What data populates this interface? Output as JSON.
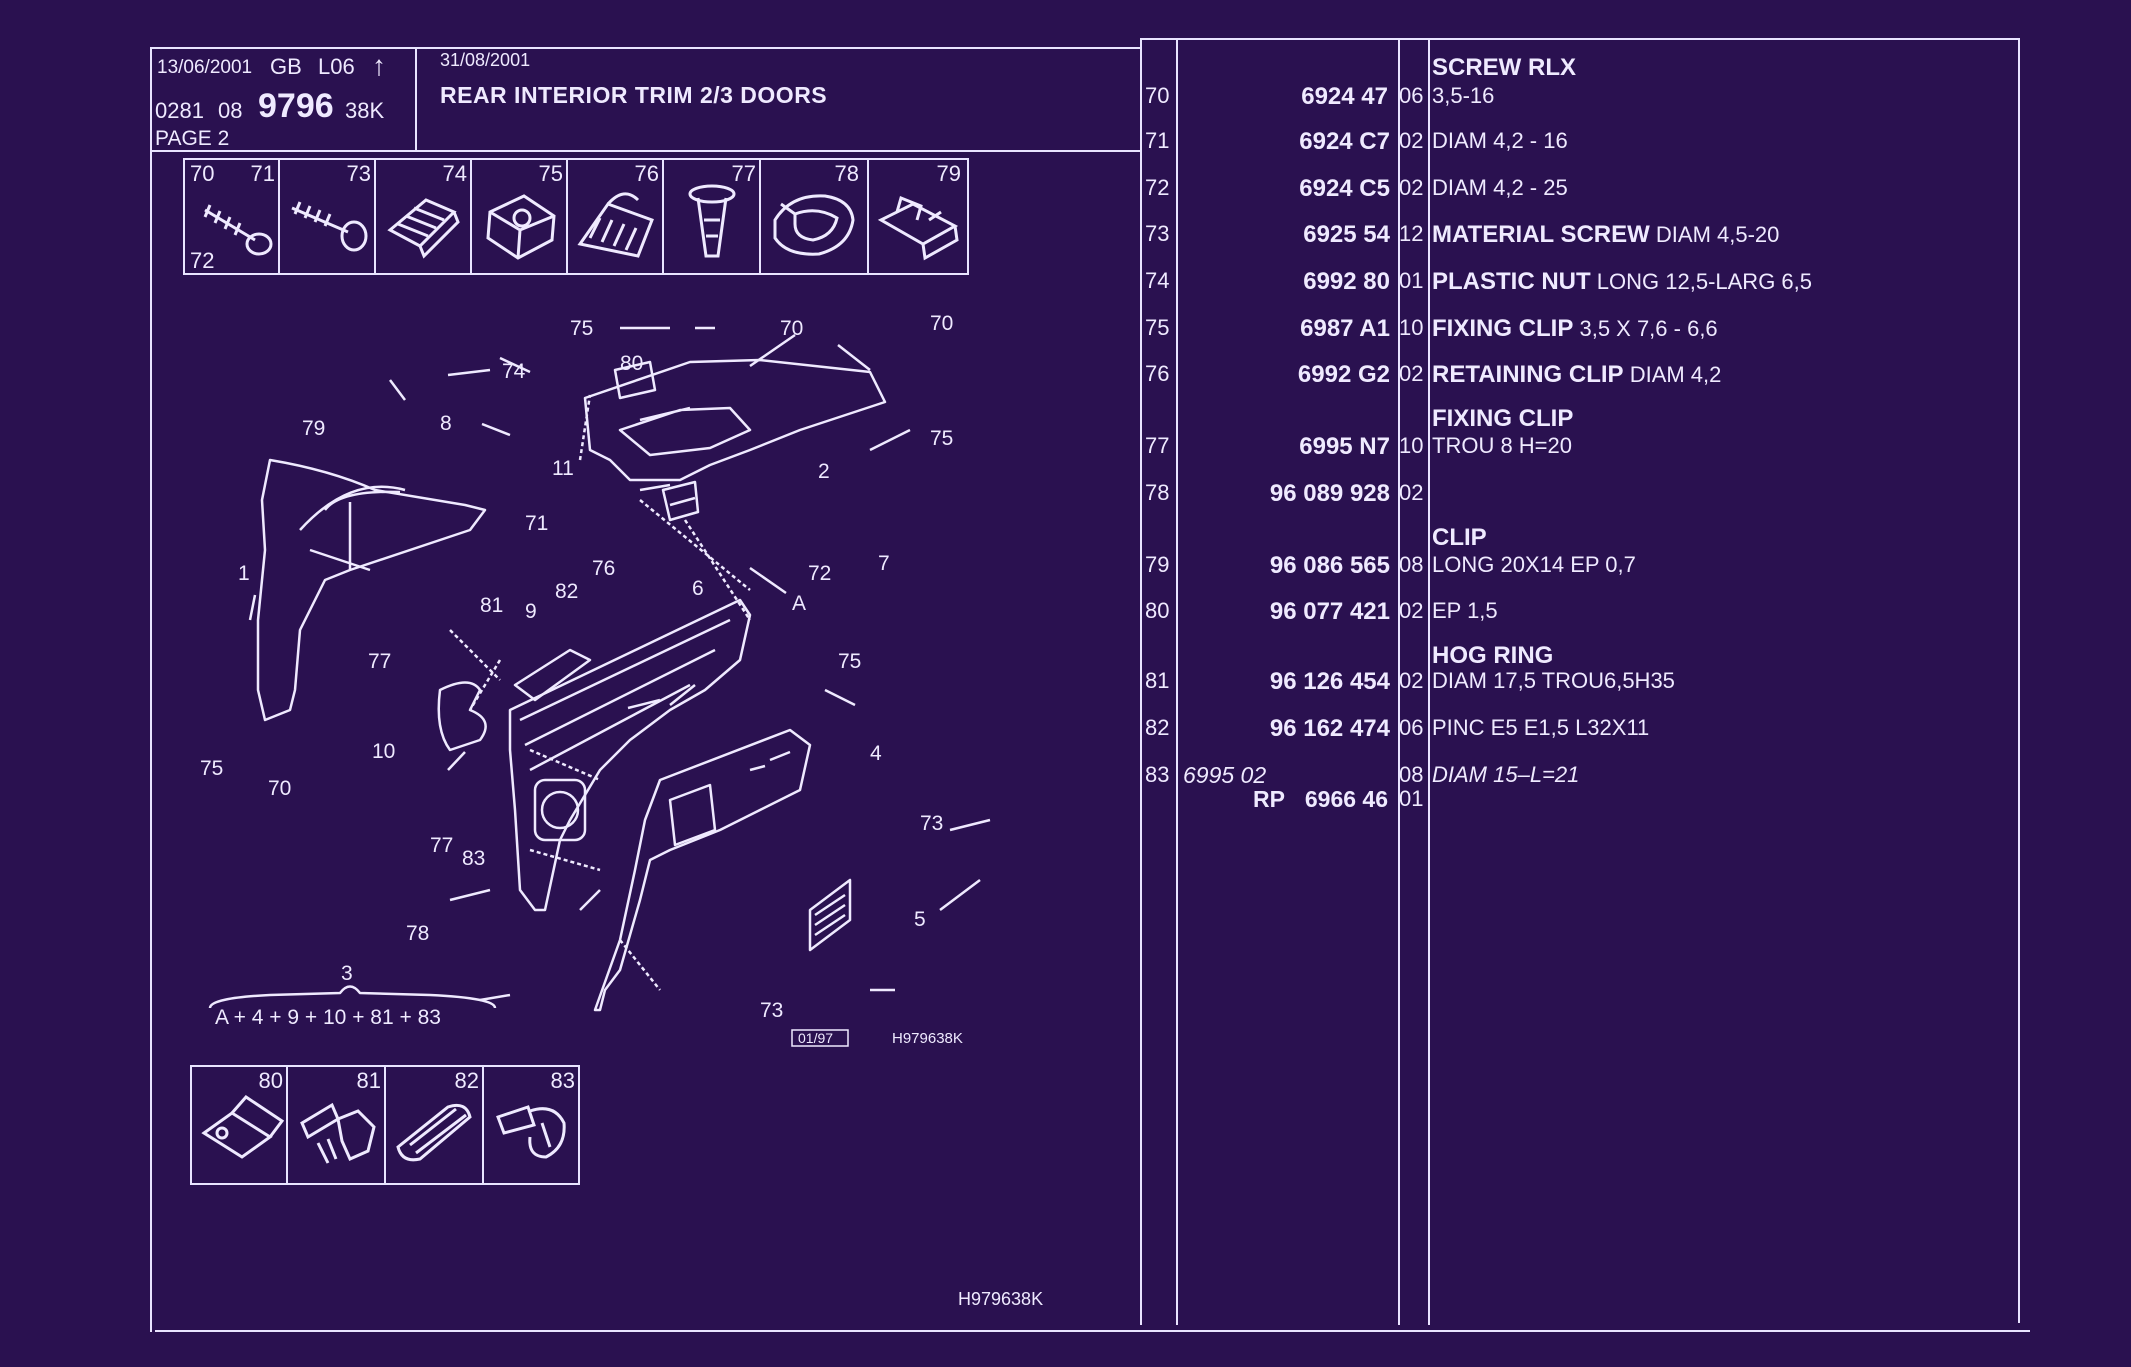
{
  "header": {
    "date1": "13/06/2001",
    "lang": "GB",
    "code": "L06",
    "arrow": "↑",
    "ref_a": "0281",
    "ref_b": "08",
    "model": "9796",
    "variant": "38K",
    "page": "PAGE 2",
    "date2": "31/08/2001",
    "title": "REAR INTERIOR TRIM 2/3 DOORS"
  },
  "top_strip": [
    {
      "nums": [
        "70",
        "71"
      ],
      "extra": "72",
      "icon": "screw-icon"
    },
    {
      "nums": [
        "73"
      ],
      "icon": "screw-icon"
    },
    {
      "nums": [
        "74"
      ],
      "icon": "plastic-nut-icon"
    },
    {
      "nums": [
        "75"
      ],
      "icon": "fixing-clip-icon"
    },
    {
      "nums": [
        "76"
      ],
      "icon": "retaining-clip-icon"
    },
    {
      "nums": [
        "77"
      ],
      "icon": "push-clip-icon"
    },
    {
      "nums": [
        "78"
      ],
      "icon": "clip-icon"
    },
    {
      "nums": [
        "79"
      ],
      "icon": "clip-icon"
    }
  ],
  "bottom_strip": [
    {
      "num": "80",
      "icon": "clip-icon"
    },
    {
      "num": "81",
      "icon": "hog-ring-icon"
    },
    {
      "num": "82",
      "icon": "clip-icon"
    },
    {
      "num": "83",
      "icon": "push-rivet-icon"
    }
  ],
  "diagram": {
    "callouts": [
      "75",
      "70",
      "70",
      "74",
      "80",
      "79",
      "8",
      "11",
      "2",
      "75",
      "71",
      "76",
      "6",
      "72",
      "7",
      "1",
      "81",
      "9",
      "82",
      "A",
      "77",
      "75",
      "4",
      "10",
      "75",
      "70",
      "77",
      "83",
      "73",
      "78",
      "5",
      "3",
      "73"
    ],
    "formula": "A + 4 + 9 + 10 + 81 + 83",
    "stamp": "01/97",
    "drawing_ref": "H979638K"
  },
  "footer_ref": "H979638K",
  "parts": [
    {
      "ref": "70",
      "pn": "6924 47",
      "qty": "06",
      "header": "SCREW RLX",
      "desc": "3,5-16"
    },
    {
      "ref": "71",
      "pn": "6924 C7",
      "qty": "02",
      "desc": "DIAM 4,2 - 16"
    },
    {
      "ref": "72",
      "pn": "6924 C5",
      "qty": "02",
      "desc": "DIAM 4,2 - 25"
    },
    {
      "ref": "73",
      "pn": "6925 54",
      "qty": "12",
      "bold": "MATERIAL SCREW",
      "desc": "DIAM 4,5-20"
    },
    {
      "ref": "74",
      "pn": "6992 80",
      "qty": "01",
      "bold": "PLASTIC NUT",
      "desc": "LONG 12,5-LARG 6,5"
    },
    {
      "ref": "75",
      "pn": "6987 A1",
      "qty": "10",
      "bold": "FIXING CLIP",
      "desc": "3,5 X 7,6 - 6,6"
    },
    {
      "ref": "76",
      "pn": "6992 G2",
      "qty": "02",
      "bold": "RETAINING CLIP",
      "desc": "DIAM 4,2"
    },
    {
      "ref": "77",
      "pn": "6995 N7",
      "qty": "10",
      "header": "FIXING CLIP",
      "desc": "TROU 8 H=20"
    },
    {
      "ref": "78",
      "pn": "96 089 928",
      "qty": "02",
      "desc": ""
    },
    {
      "ref": "79",
      "pn": "96 086 565",
      "qty": "08",
      "header": "CLIP",
      "desc": "LONG 20X14 EP 0,7"
    },
    {
      "ref": "80",
      "pn": "96 077 421",
      "qty": "02",
      "desc": "EP 1,5"
    },
    {
      "ref": "81",
      "pn": "96 126 454",
      "qty": "02",
      "header": "HOG RING",
      "desc": "DIAM 17,5 TROU6,5H35"
    },
    {
      "ref": "82",
      "pn": "96 162 474",
      "qty": "06",
      "desc": "PINC E5 E1,5 L32X11"
    }
  ],
  "row83": {
    "ref": "83",
    "old_pn": "6995 02",
    "rp_label": "RP",
    "rp_pn": "6966 46",
    "qty1": "08",
    "qty2": "01",
    "desc": "DIAM 15–L=21"
  }
}
